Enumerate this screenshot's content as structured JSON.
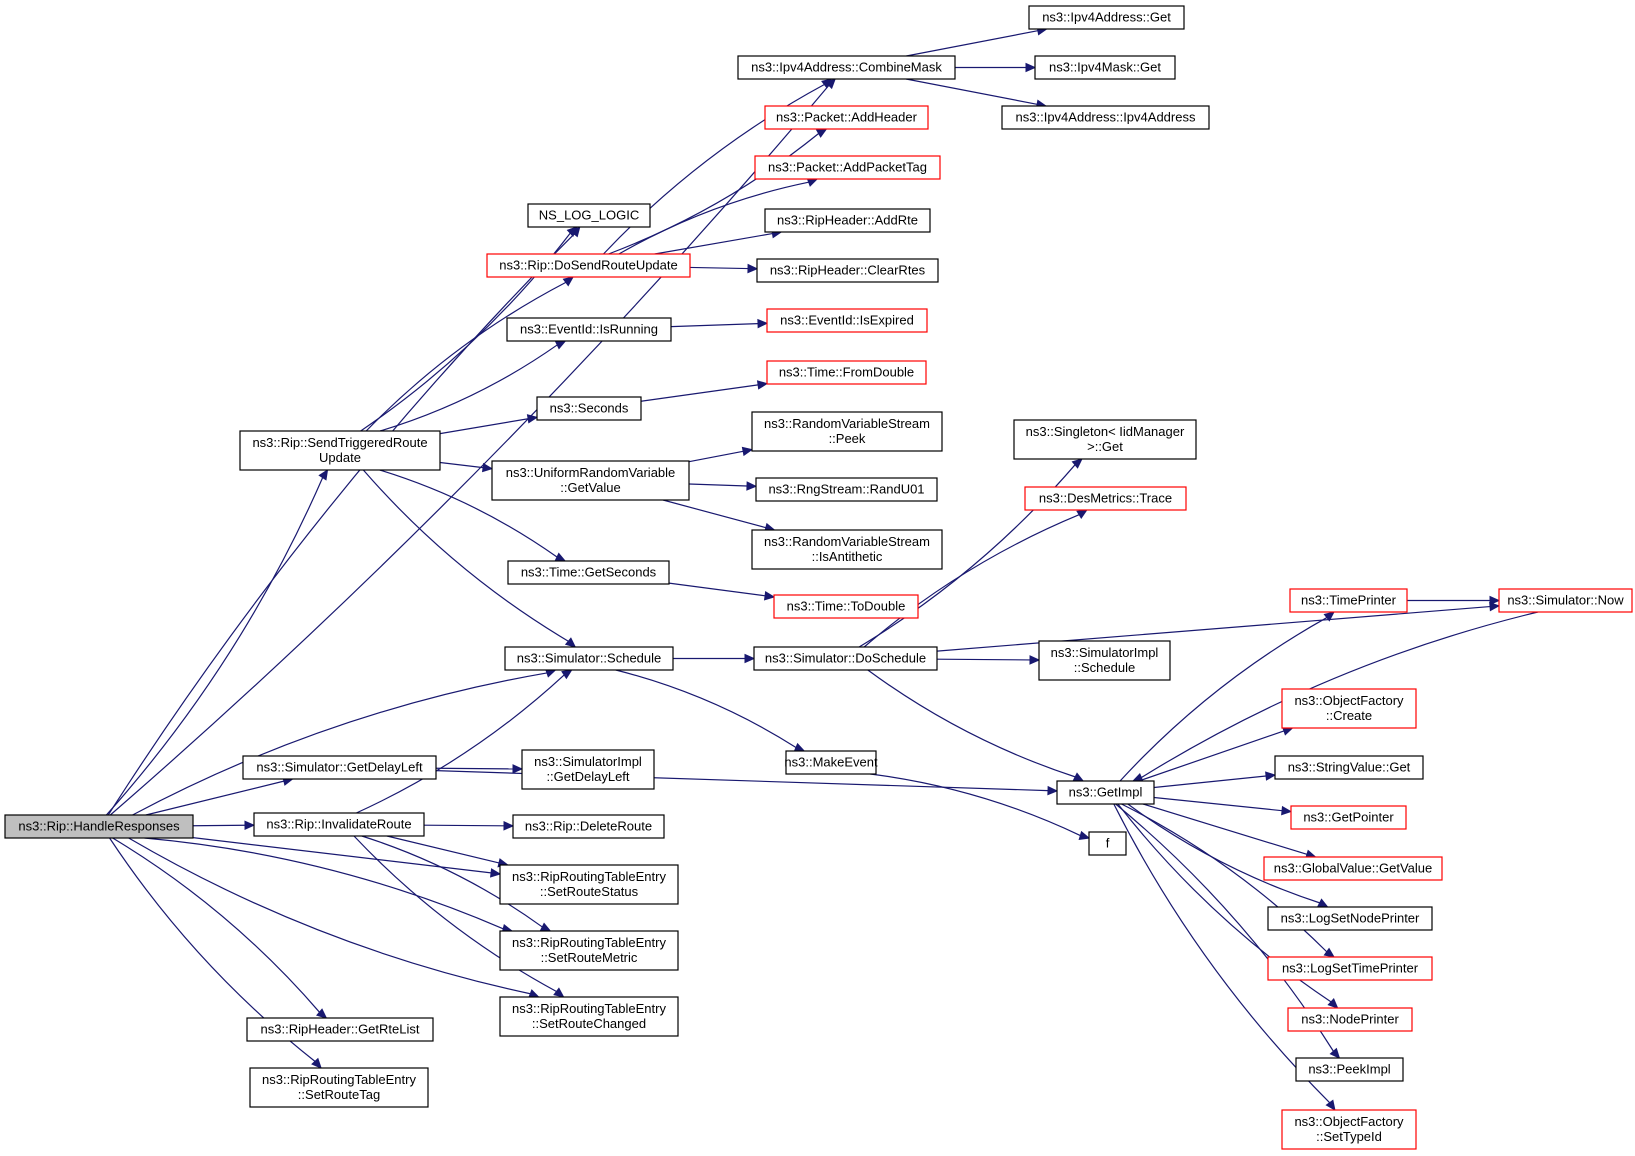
{
  "graph_title": "",
  "colors": {
    "edge": "#191970",
    "root_fill": "#bfbfbf",
    "node_border_normal": "#000000",
    "node_border_truncated": "#ff0000",
    "node_fill": "#ffffff"
  },
  "nodes": [
    {
      "id": "handle_responses",
      "lines": [
        "ns3::Rip::HandleResponses"
      ],
      "kind": "root"
    },
    {
      "id": "combine_mask",
      "lines": [
        "ns3::Ipv4Address::CombineMask"
      ],
      "kind": "normal"
    },
    {
      "id": "ns_log_logic",
      "lines": [
        "NS_LOG_LOGIC"
      ],
      "kind": "normal"
    },
    {
      "id": "send_triggered",
      "lines": [
        "ns3::Rip::SendTriggeredRoute",
        "Update"
      ],
      "kind": "normal"
    },
    {
      "id": "sim_schedule",
      "lines": [
        "ns3::Simulator::Schedule"
      ],
      "kind": "normal"
    },
    {
      "id": "sim_getdelayleft",
      "lines": [
        "ns3::Simulator::GetDelayLeft"
      ],
      "kind": "normal"
    },
    {
      "id": "getimpl",
      "lines": [
        "ns3::GetImpl"
      ],
      "kind": "normal"
    },
    {
      "id": "invalidate_route",
      "lines": [
        "ns3::Rip::InvalidateRoute"
      ],
      "kind": "normal"
    },
    {
      "id": "set_route_status",
      "lines": [
        "ns3::RipRoutingTableEntry",
        "::SetRouteStatus"
      ],
      "kind": "normal"
    },
    {
      "id": "set_route_metric",
      "lines": [
        "ns3::RipRoutingTableEntry",
        "::SetRouteMetric"
      ],
      "kind": "normal"
    },
    {
      "id": "set_route_changed",
      "lines": [
        "ns3::RipRoutingTableEntry",
        "::SetRouteChanged"
      ],
      "kind": "normal"
    },
    {
      "id": "get_rte_list",
      "lines": [
        "ns3::RipHeader::GetRteList"
      ],
      "kind": "normal"
    },
    {
      "id": "set_route_tag",
      "lines": [
        "ns3::RipRoutingTableEntry",
        "::SetRouteTag"
      ],
      "kind": "normal"
    },
    {
      "id": "ipv4addr_get",
      "lines": [
        "ns3::Ipv4Address::Get"
      ],
      "kind": "normal"
    },
    {
      "id": "ipv4mask_get",
      "lines": [
        "ns3::Ipv4Mask::Get"
      ],
      "kind": "normal"
    },
    {
      "id": "ipv4addr_ctor",
      "lines": [
        "ns3::Ipv4Address::Ipv4Address"
      ],
      "kind": "normal"
    },
    {
      "id": "do_send_route_update",
      "lines": [
        "ns3::Rip::DoSendRouteUpdate"
      ],
      "kind": "truncated"
    },
    {
      "id": "packet_addheader",
      "lines": [
        "ns3::Packet::AddHeader"
      ],
      "kind": "truncated"
    },
    {
      "id": "packet_addpackettag",
      "lines": [
        "ns3::Packet::AddPacketTag"
      ],
      "kind": "truncated"
    },
    {
      "id": "ripheader_addrte",
      "lines": [
        "ns3::RipHeader::AddRte"
      ],
      "kind": "normal"
    },
    {
      "id": "ripheader_clearrtes",
      "lines": [
        "ns3::RipHeader::ClearRtes"
      ],
      "kind": "normal"
    },
    {
      "id": "eventid_isrunning",
      "lines": [
        "ns3::EventId::IsRunning"
      ],
      "kind": "normal"
    },
    {
      "id": "eventid_isexpired",
      "lines": [
        "ns3::EventId::IsExpired"
      ],
      "kind": "truncated"
    },
    {
      "id": "seconds",
      "lines": [
        "ns3::Seconds"
      ],
      "kind": "normal"
    },
    {
      "id": "time_fromdouble",
      "lines": [
        "ns3::Time::FromDouble"
      ],
      "kind": "truncated"
    },
    {
      "id": "urv_getvalue",
      "lines": [
        "ns3::UniformRandomVariable",
        "::GetValue"
      ],
      "kind": "normal"
    },
    {
      "id": "rvs_peek",
      "lines": [
        "ns3::RandomVariableStream",
        "::Peek"
      ],
      "kind": "normal"
    },
    {
      "id": "rngstream_randu01",
      "lines": [
        "ns3::RngStream::RandU01"
      ],
      "kind": "normal"
    },
    {
      "id": "rvs_isantithetic",
      "lines": [
        "ns3::RandomVariableStream",
        "::IsAntithetic"
      ],
      "kind": "normal"
    },
    {
      "id": "time_getseconds",
      "lines": [
        "ns3::Time::GetSeconds"
      ],
      "kind": "normal"
    },
    {
      "id": "time_todouble",
      "lines": [
        "ns3::Time::ToDouble"
      ],
      "kind": "truncated"
    },
    {
      "id": "sim_doschedule",
      "lines": [
        "ns3::Simulator::DoSchedule"
      ],
      "kind": "normal"
    },
    {
      "id": "makeevent",
      "lines": [
        "ns3::MakeEvent"
      ],
      "kind": "normal"
    },
    {
      "id": "f",
      "lines": [
        "f"
      ],
      "kind": "normal"
    },
    {
      "id": "singleton_get",
      "lines": [
        "ns3::Singleton< IidManager",
        " >::Get"
      ],
      "kind": "normal"
    },
    {
      "id": "desmetrics_trace",
      "lines": [
        "ns3::DesMetrics::Trace"
      ],
      "kind": "truncated"
    },
    {
      "id": "simimpl_schedule",
      "lines": [
        "ns3::SimulatorImpl",
        "::Schedule"
      ],
      "kind": "normal"
    },
    {
      "id": "simimpl_getdelayleft",
      "lines": [
        "ns3::SimulatorImpl",
        "::GetDelayLeft"
      ],
      "kind": "normal"
    },
    {
      "id": "rip_deleteroute",
      "lines": [
        "ns3::Rip::DeleteRoute"
      ],
      "kind": "normal"
    },
    {
      "id": "timeprinter",
      "lines": [
        "ns3::TimePrinter"
      ],
      "kind": "truncated"
    },
    {
      "id": "sim_now",
      "lines": [
        "ns3::Simulator::Now"
      ],
      "kind": "truncated"
    },
    {
      "id": "objfactory_create",
      "lines": [
        "ns3::ObjectFactory",
        "::Create"
      ],
      "kind": "truncated"
    },
    {
      "id": "stringvalue_get",
      "lines": [
        "ns3::StringValue::Get"
      ],
      "kind": "normal"
    },
    {
      "id": "getpointer",
      "lines": [
        "ns3::GetPointer"
      ],
      "kind": "truncated"
    },
    {
      "id": "globalvalue_getvalue",
      "lines": [
        "ns3::GlobalValue::GetValue"
      ],
      "kind": "truncated"
    },
    {
      "id": "logsetnodeprinter",
      "lines": [
        "ns3::LogSetNodePrinter"
      ],
      "kind": "normal"
    },
    {
      "id": "logsettimeprinter",
      "lines": [
        "ns3::LogSetTimePrinter"
      ],
      "kind": "truncated"
    },
    {
      "id": "nodeprinter",
      "lines": [
        "ns3::NodePrinter"
      ],
      "kind": "truncated"
    },
    {
      "id": "peekimpl",
      "lines": [
        "ns3::PeekImpl"
      ],
      "kind": "normal"
    },
    {
      "id": "objfactory_settypeid",
      "lines": [
        "ns3::ObjectFactory",
        "::SetTypeId"
      ],
      "kind": "truncated"
    }
  ],
  "edges": [
    {
      "from": "handle_responses",
      "to": "combine_mask"
    },
    {
      "from": "handle_responses",
      "to": "ns_log_logic"
    },
    {
      "from": "handle_responses",
      "to": "send_triggered"
    },
    {
      "from": "handle_responses",
      "to": "sim_schedule"
    },
    {
      "from": "handle_responses",
      "to": "sim_getdelayleft"
    },
    {
      "from": "handle_responses",
      "to": "invalidate_route"
    },
    {
      "from": "handle_responses",
      "to": "set_route_status"
    },
    {
      "from": "handle_responses",
      "to": "set_route_metric"
    },
    {
      "from": "handle_responses",
      "to": "set_route_changed"
    },
    {
      "from": "handle_responses",
      "to": "get_rte_list"
    },
    {
      "from": "handle_responses",
      "to": "set_route_tag"
    },
    {
      "from": "combine_mask",
      "to": "ipv4addr_get"
    },
    {
      "from": "combine_mask",
      "to": "ipv4mask_get"
    },
    {
      "from": "combine_mask",
      "to": "ipv4addr_ctor"
    },
    {
      "from": "send_triggered",
      "to": "ns_log_logic"
    },
    {
      "from": "send_triggered",
      "to": "do_send_route_update"
    },
    {
      "from": "send_triggered",
      "to": "eventid_isrunning"
    },
    {
      "from": "send_triggered",
      "to": "seconds"
    },
    {
      "from": "send_triggered",
      "to": "urv_getvalue"
    },
    {
      "from": "send_triggered",
      "to": "time_getseconds"
    },
    {
      "from": "send_triggered",
      "to": "sim_schedule"
    },
    {
      "from": "do_send_route_update",
      "to": "combine_mask"
    },
    {
      "from": "do_send_route_update",
      "to": "packet_addheader"
    },
    {
      "from": "do_send_route_update",
      "to": "packet_addpackettag"
    },
    {
      "from": "do_send_route_update",
      "to": "ripheader_addrte"
    },
    {
      "from": "do_send_route_update",
      "to": "ripheader_clearrtes"
    },
    {
      "from": "eventid_isrunning",
      "to": "eventid_isexpired"
    },
    {
      "from": "seconds",
      "to": "time_fromdouble"
    },
    {
      "from": "urv_getvalue",
      "to": "rvs_peek"
    },
    {
      "from": "urv_getvalue",
      "to": "rngstream_randu01"
    },
    {
      "from": "urv_getvalue",
      "to": "rvs_isantithetic"
    },
    {
      "from": "time_getseconds",
      "to": "time_todouble"
    },
    {
      "from": "sim_schedule",
      "to": "sim_doschedule"
    },
    {
      "from": "sim_schedule",
      "to": "makeevent"
    },
    {
      "from": "sim_doschedule",
      "to": "singleton_get"
    },
    {
      "from": "sim_doschedule",
      "to": "desmetrics_trace"
    },
    {
      "from": "sim_doschedule",
      "to": "sim_now"
    },
    {
      "from": "sim_doschedule",
      "to": "simimpl_schedule"
    },
    {
      "from": "sim_doschedule",
      "to": "getimpl"
    },
    {
      "from": "makeevent",
      "to": "f"
    },
    {
      "from": "sim_getdelayleft",
      "to": "getimpl"
    },
    {
      "from": "sim_getdelayleft",
      "to": "simimpl_getdelayleft"
    },
    {
      "from": "invalidate_route",
      "to": "sim_schedule"
    },
    {
      "from": "invalidate_route",
      "to": "rip_deleteroute"
    },
    {
      "from": "invalidate_route",
      "to": "set_route_status"
    },
    {
      "from": "invalidate_route",
      "to": "set_route_metric"
    },
    {
      "from": "invalidate_route",
      "to": "set_route_changed"
    },
    {
      "from": "getimpl",
      "to": "timeprinter"
    },
    {
      "from": "getimpl",
      "to": "objfactory_create"
    },
    {
      "from": "getimpl",
      "to": "stringvalue_get"
    },
    {
      "from": "getimpl",
      "to": "getpointer"
    },
    {
      "from": "getimpl",
      "to": "globalvalue_getvalue"
    },
    {
      "from": "getimpl",
      "to": "logsetnodeprinter"
    },
    {
      "from": "getimpl",
      "to": "logsettimeprinter"
    },
    {
      "from": "getimpl",
      "to": "nodeprinter"
    },
    {
      "from": "getimpl",
      "to": "peekimpl"
    },
    {
      "from": "getimpl",
      "to": "objfactory_settypeid"
    },
    {
      "from": "timeprinter",
      "to": "sim_now"
    },
    {
      "from": "sim_now",
      "to": "getimpl"
    }
  ]
}
